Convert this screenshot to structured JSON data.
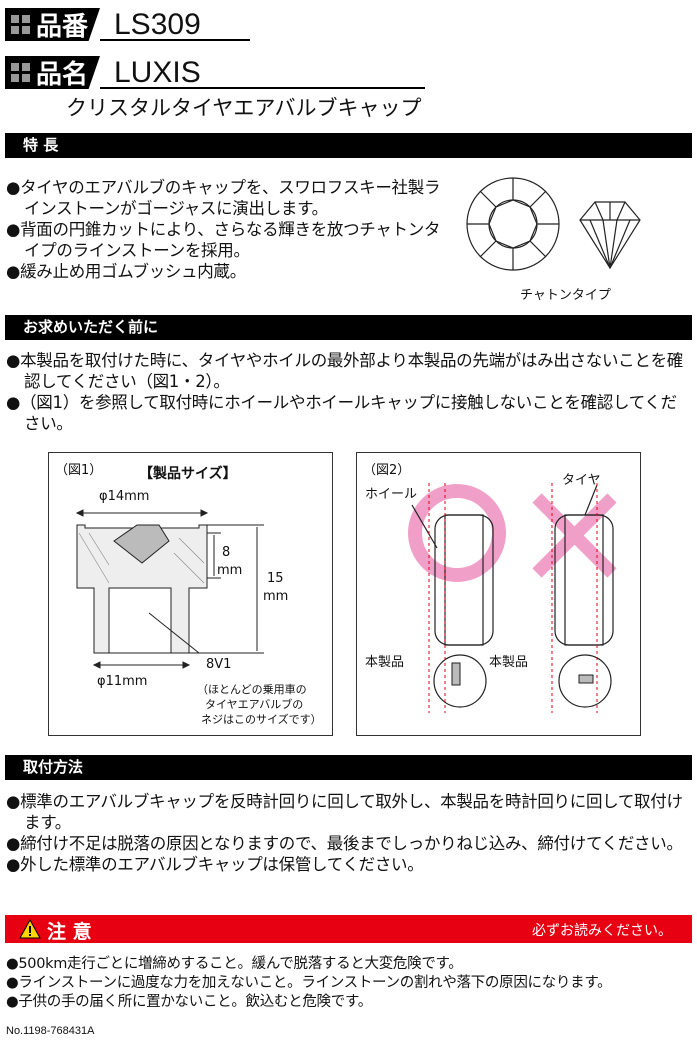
{
  "header": {
    "part_no_label": "品番",
    "part_no": "LS309",
    "name_label": "品名",
    "name": "LUXIS",
    "subtitle": "クリスタルタイヤエアバルブキャップ"
  },
  "features": {
    "title": "特 長",
    "items": [
      "●タイヤのエアバルブのキャップを、スワロフスキー社製ラインストーンがゴージャスに演出します。",
      "●背面の円錐カットにより、さらなる輝きを放つチャトンタイプのラインストーンを採用。",
      "●緩み止め用ゴムブッシュ内蔵。"
    ],
    "image_caption": "チャトンタイプ"
  },
  "before": {
    "title": "お求めいただく前に",
    "items": [
      "●本製品を取付けた時に、タイヤやホイルの最外部より本製品の先端がはみ出さないことを確認してください（図1・2）。",
      "●（図1）を参照して取付時にホイールやホイールキャップに接触しないことを確認してください。"
    ]
  },
  "fig1": {
    "label": "（図1）",
    "title": "【製品サイズ】",
    "dia_top": "φ14mm",
    "h1": "8",
    "h1_unit": "mm",
    "h2": "15",
    "h2_unit": "mm",
    "dia_bottom": "φ11mm",
    "thread": "8V1",
    "note": [
      "（ほとんどの乗用車の",
      "タイヤエアバルブの",
      "ネジはこのサイズです）"
    ]
  },
  "fig2": {
    "label": "（図2）",
    "wheel": "ホイール",
    "tire": "タイヤ",
    "product_left": "本製品",
    "product_right": "本製品"
  },
  "install": {
    "title": "取付方法",
    "items": [
      "●標準のエアバルブキャップを反時計回りに回して取外し、本製品を時計回りに回して取付けます。",
      "●締付け不足は脱落の原因となりますので、最後までしっかりねじ込み、締付けてください。",
      "●外した標準のエアバルブキャップは保管してください。"
    ]
  },
  "caution": {
    "title": "注 意",
    "note": "必ずお読みください。",
    "items": [
      "●500km走行ごとに増締めすること。緩んで脱落すると大変危険です。",
      "●ラインストーンに過度な力を加えないこと。ラインストーンの割れや落下の原因になります。",
      "●子供の手の届く所に置かないこと。飲込むと危険です。"
    ],
    "color": "#e60012"
  },
  "footer": {
    "code": "No.1198-768431A"
  }
}
